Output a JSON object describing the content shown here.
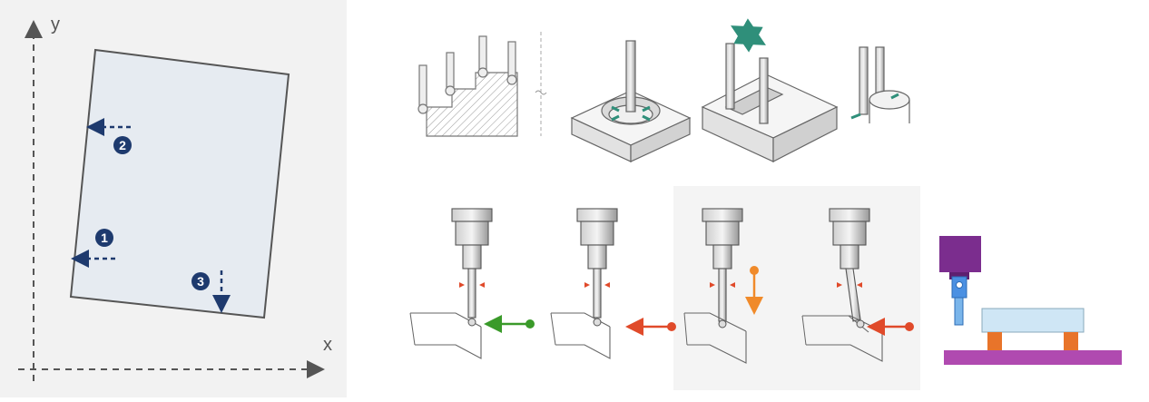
{
  "coordinate_diagram": {
    "x_axis_label": "x",
    "y_axis_label": "y",
    "probe_points": [
      {
        "number": "1",
        "direction": "left"
      },
      {
        "number": "2",
        "direction": "left"
      },
      {
        "number": "3",
        "direction": "down"
      }
    ]
  },
  "colors": {
    "left_background": "#f2f2f2",
    "workpiece_fill": "#e6ebf1",
    "axis": "#555555",
    "marker_navy": "#1e3a6e",
    "probe_green": "#3a9a2a",
    "probe_red": "#e04a2a",
    "probe_orange": "#f08a2a",
    "spindle_purple": "#7b2d8e",
    "stylus_blue": "#4a90e2",
    "support_orange": "#e8742a",
    "table_magenta": "#b04ab0",
    "plate_light_blue": "#cfe6f5",
    "arrow_teal": "#2f8f7a"
  },
  "icons": [
    "arrow-left-icon",
    "arrow-down-icon",
    "double-arrow-icon"
  ]
}
